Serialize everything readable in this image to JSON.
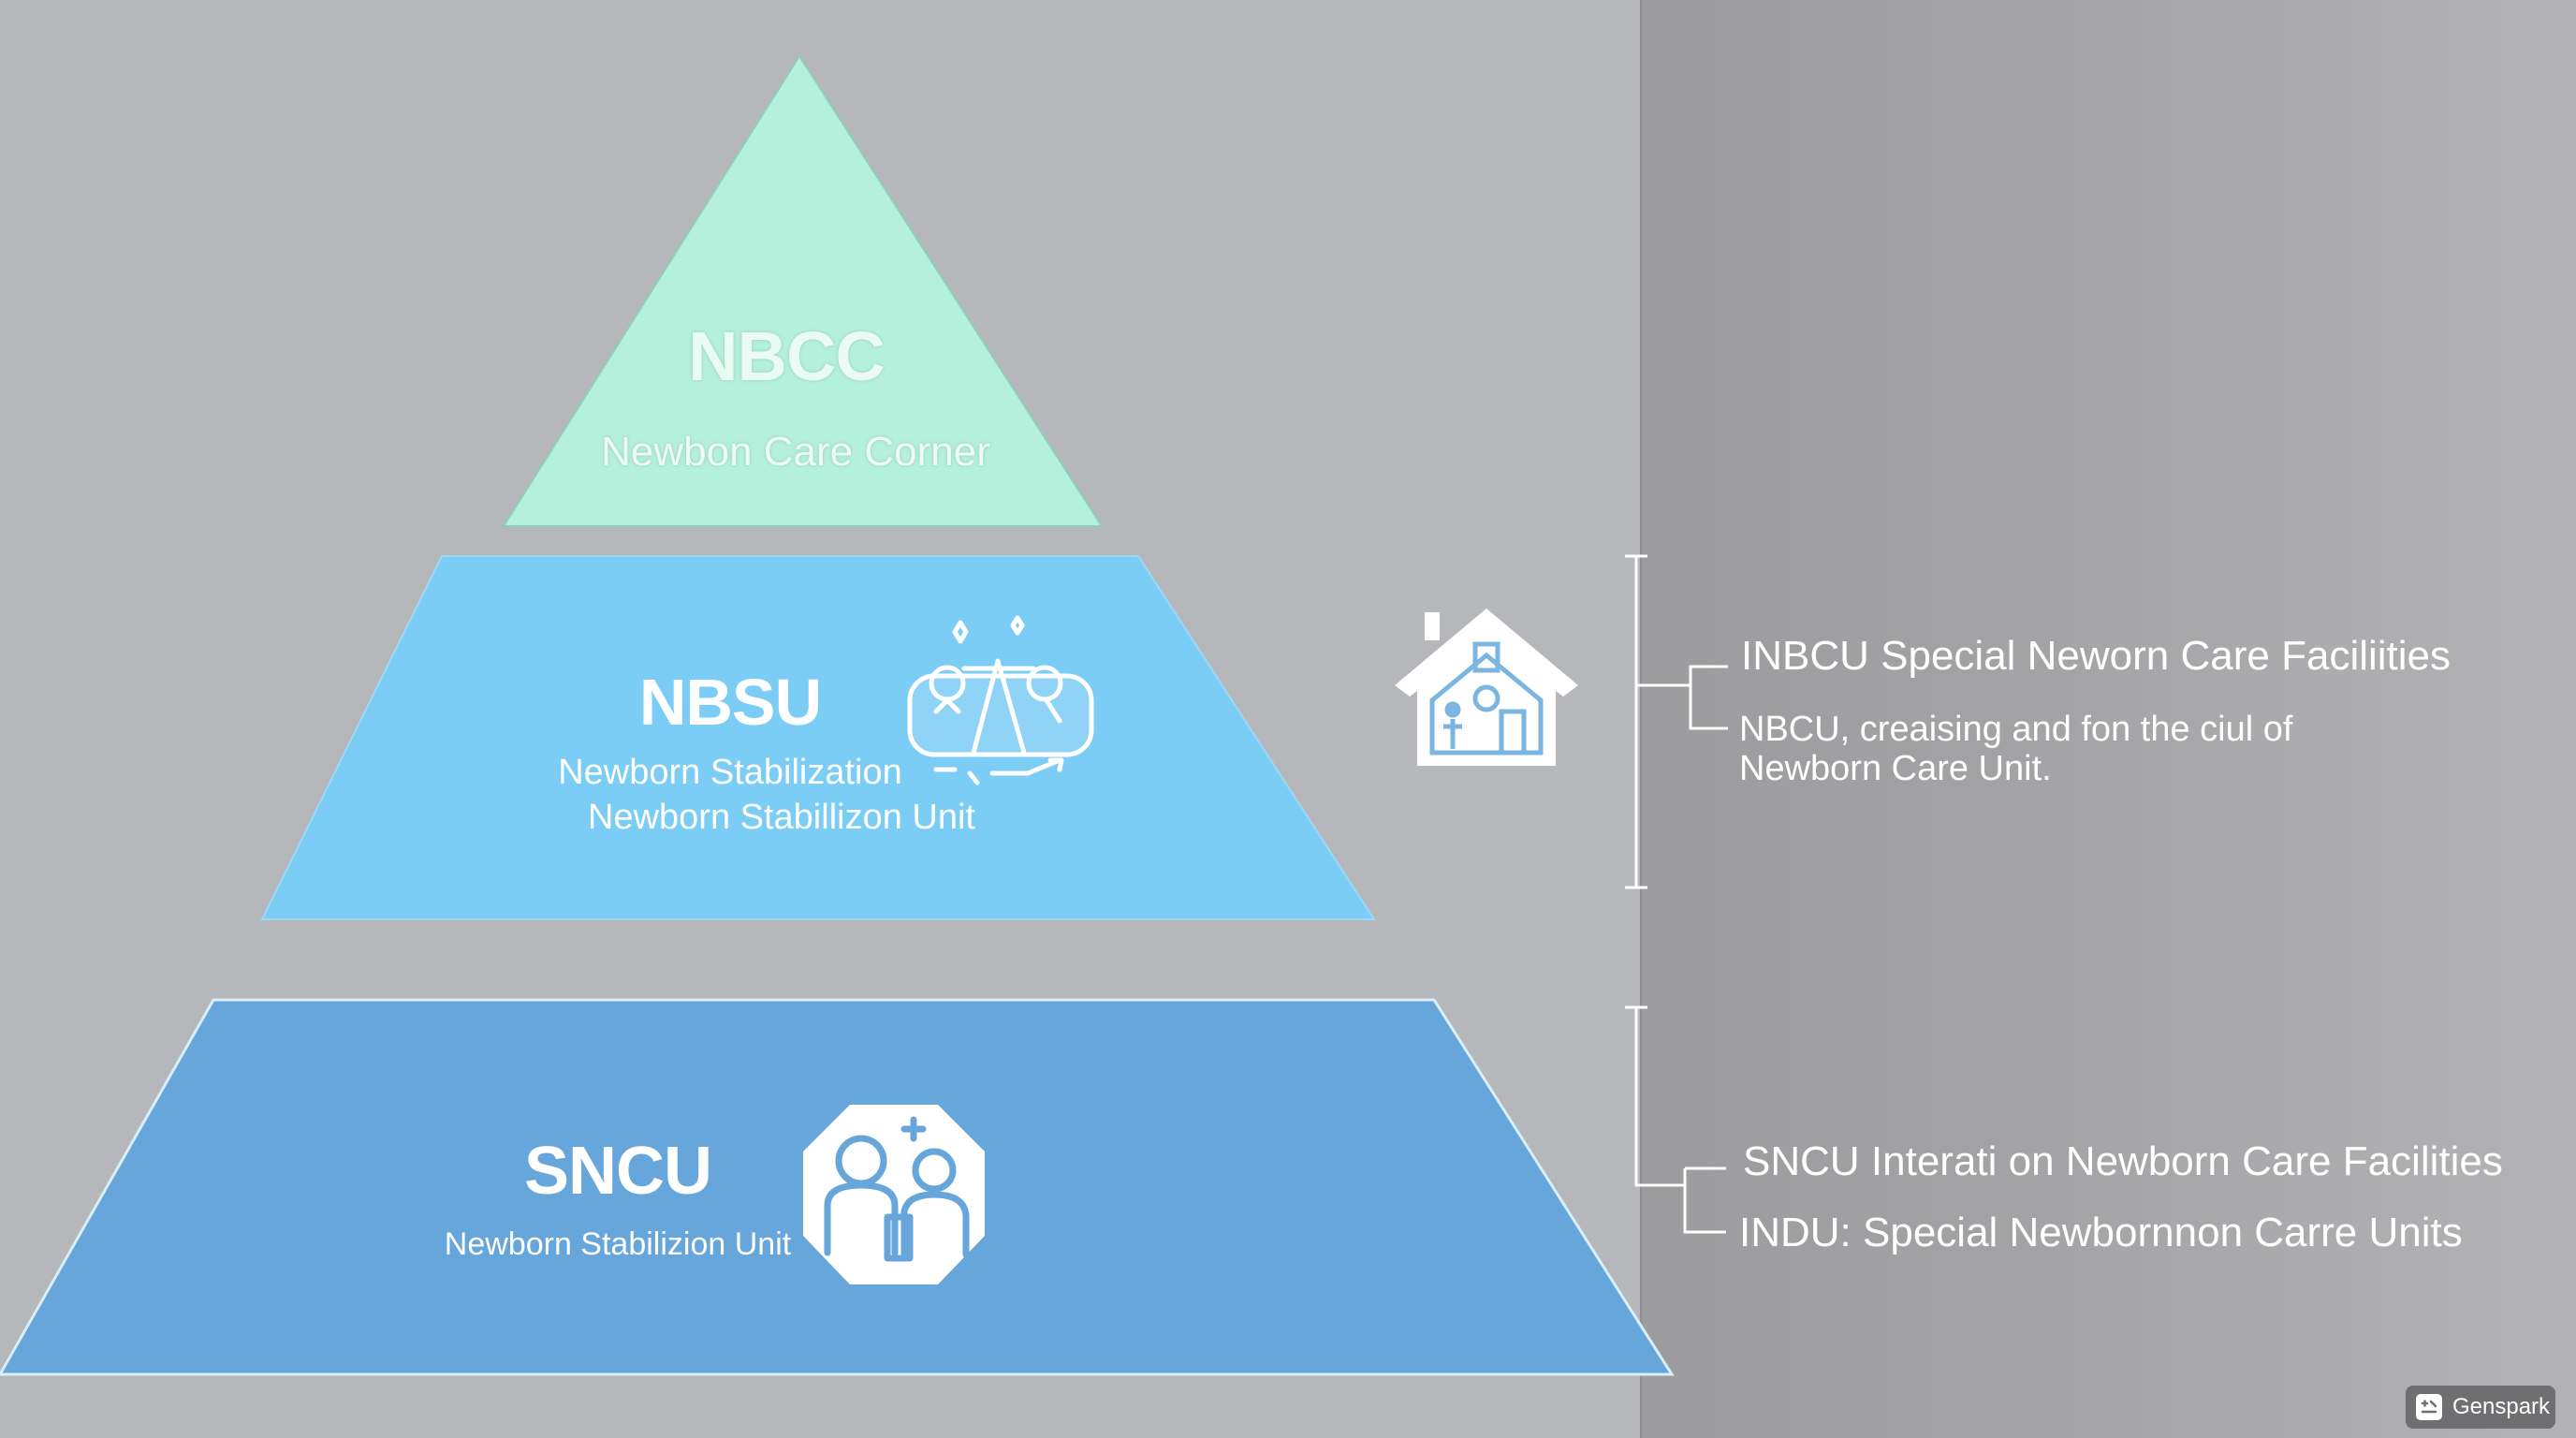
{
  "tiers": [
    {
      "abbr": "NBCC",
      "name": "Newbon Care Corner",
      "color": "#b4f0dc"
    },
    {
      "abbr": "NBSU",
      "name_line1": "Newborn Stabilization",
      "name_line2": "Newborn Stabillizon Unit",
      "color": "#7cccf5",
      "icon": "medical-team-icon"
    },
    {
      "abbr": "SNCU",
      "name": "Newborn Stabilizion Unit",
      "color": "#66a5d9",
      "icon": "doctor-patient-icon"
    }
  ],
  "side_notes": {
    "group1": {
      "heading": "INBCU Special Neworn Care Faciliities",
      "line1": "NBCU, creaising and fon the ciul of",
      "line2": "Newborn Care Unit.",
      "icon": "house-icon"
    },
    "group2": {
      "line1": "SNCU Interati on Newborn Care Facilities",
      "line2": "INDU: Special Newbornnon Carre Units"
    }
  },
  "brand": {
    "label": "Genspark"
  }
}
